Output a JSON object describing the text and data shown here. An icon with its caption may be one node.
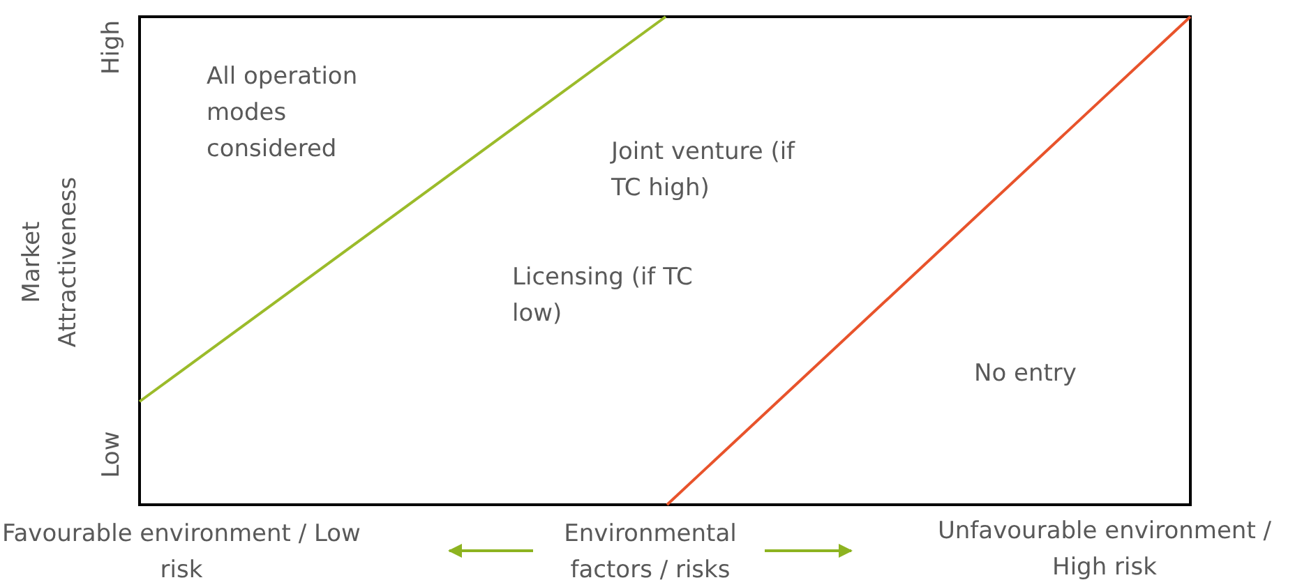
{
  "diagram": {
    "labels": [
      "High",
      "All operation modes considered",
      "Joint venture (if TC high)",
      "Market Attractiveness",
      "Licensing (if TC low)",
      "No entry",
      "Low",
      "Favourable environment / Low risk",
      "Environmental factors / risks",
      "Unfavourable environment / High risk"
    ]
  }
}
